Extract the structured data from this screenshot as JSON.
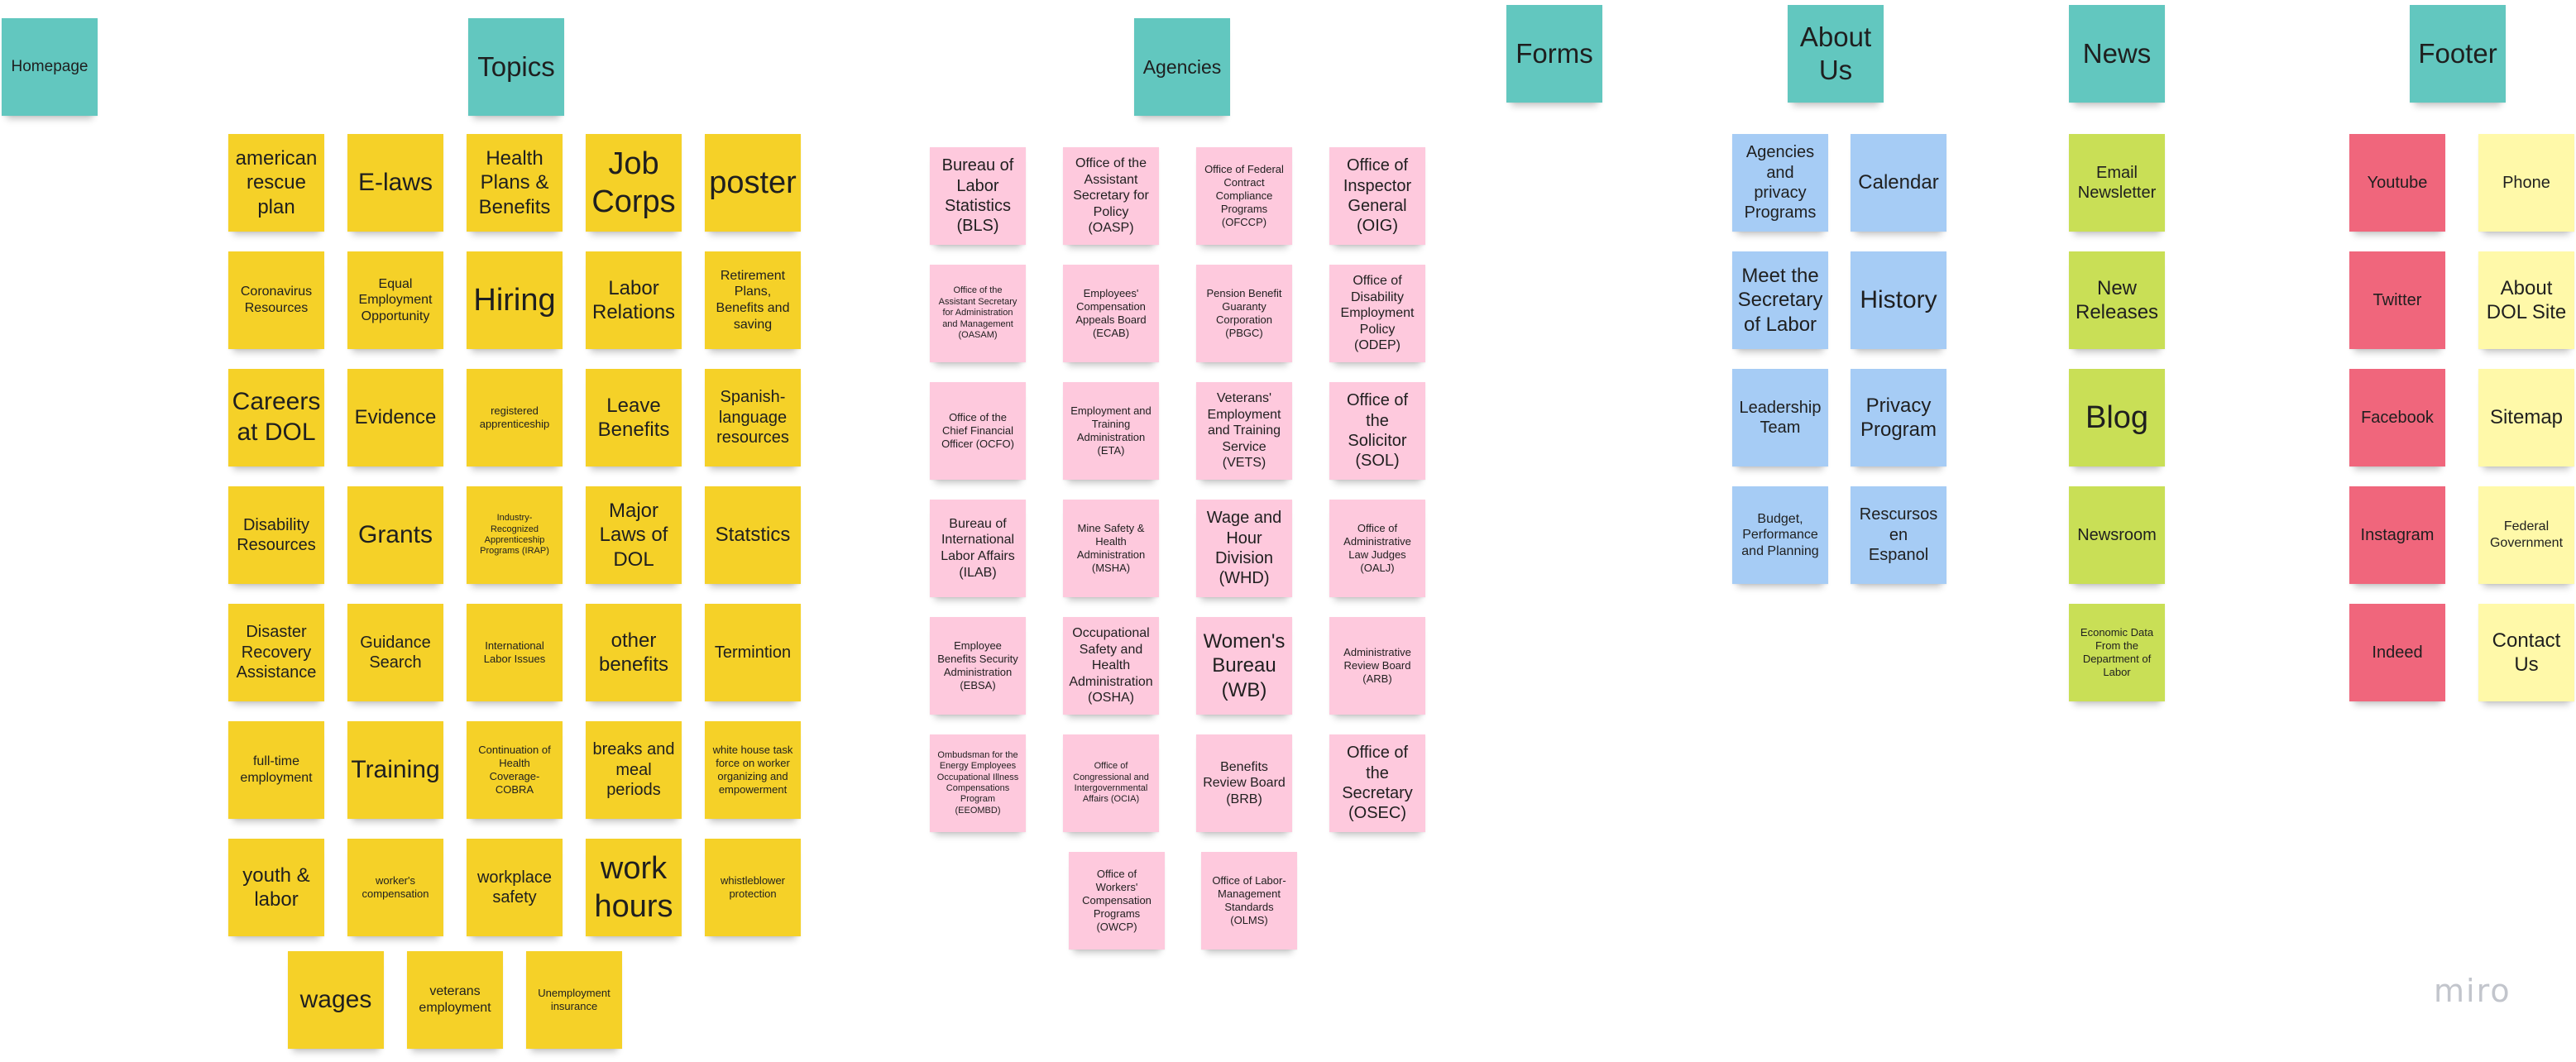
{
  "board": {
    "headers": {
      "homepage": "Homepage",
      "topics": "Topics",
      "agencies": "Agencies",
      "forms": "Forms",
      "about_us": "About Us",
      "news": "News",
      "footer": "Footer"
    },
    "topics": [
      "american rescue plan",
      "E-laws",
      "Health Plans & Benefits",
      "Job Corps",
      "poster",
      "Coronavirus Resources",
      "Equal Employment Opportunity",
      "Hiring",
      "Labor Relations",
      "Retirement Plans, Benefits and saving",
      "Careers at DOL",
      "Evidence",
      "registered apprenticeship",
      "Leave Benefits",
      "Spanish-language resources",
      "Disability Resources",
      "Grants",
      "Industry-Recognized Apprenticeship Programs (IRAP)",
      "Major Laws of DOL",
      "Statstics",
      "Disaster Recovery Assistance",
      "Guidance Search",
      "International Labor Issues",
      "other benefits",
      "Termintion",
      "full-time employment",
      "Training",
      "Continuation of Health Coverage-COBRA",
      "breaks and meal periods",
      "white house task force on worker organizing and empowerment",
      "youth & labor",
      "worker's compensation",
      "workplace safety",
      "work hours",
      "whistleblower protection",
      "wages",
      "veterans employment",
      "Unemployment insurance"
    ],
    "agencies": [
      "Bureau of Labor Statistics (BLS)",
      "Office of the Assistant Secretary for Policy (OASP)",
      "Office of Federal Contract Compliance Programs (OFCCP)",
      "Office of Inspector General (OIG)",
      "Office of the Assistant Secretary for Administration and Management (OASAM)",
      "Employees' Compensation Appeals Board (ECAB)",
      "Pension Benefit Guaranty Corporation (PBGC)",
      "Office of Disability Employment Policy (ODEP)",
      "Office of the Chief Financial Officer (OCFO)",
      "Employment and Training Administration (ETA)",
      "Veterans' Employment and Training Service (VETS)",
      "Office of the Solicitor (SOL)",
      "Bureau of International Labor Affairs (ILAB)",
      "Mine Safety & Health Administration (MSHA)",
      "Wage and Hour Division (WHD)",
      "Office of Administrative Law Judges (OALJ)",
      "Employee Benefits Security Administration (EBSA)",
      "Occupational Safety and Health Administration (OSHA)",
      "Women's Bureau (WB)",
      "Administrative Review Board (ARB)",
      "Ombudsman for the Energy Employees Occupational Illness Compensations Program (EEOMBD)",
      "Office of Congressional and Intergovernmental Affairs (OCIA)",
      "Benefits Review Board (BRB)",
      "Office of the Secretary (OSEC)",
      "Office of Workers' Compensation Programs (OWCP)",
      "Office of Labor-Management Standards (OLMS)"
    ],
    "about_us": [
      "Agencies and privacy Programs",
      "Calendar",
      "Meet the Secretary of Labor",
      "History",
      "Leadership Team",
      "Privacy Program",
      "Budget, Performance and Planning",
      "Rescursos en Espanol"
    ],
    "news": [
      "Email Newsletter",
      "New Releases",
      "Blog",
      "Newsroom",
      "Economic Data From the Department of Labor"
    ],
    "footer_social": [
      "Youtube",
      "Twitter",
      "Facebook",
      "Instagram",
      "Indeed"
    ],
    "footer_links": [
      "Phone",
      "About DOL Site",
      "Sitemap",
      "Federal Government",
      "Contact Us"
    ]
  },
  "watermark": "miro",
  "colors": {
    "header": "#62c7bf",
    "topics": "#f5d128",
    "agencies": "#fec9dd",
    "about_us": "#a6ccf5",
    "news": "#c9df56",
    "footer_social": "#f0667c",
    "footer_links": "#fff9a9"
  }
}
